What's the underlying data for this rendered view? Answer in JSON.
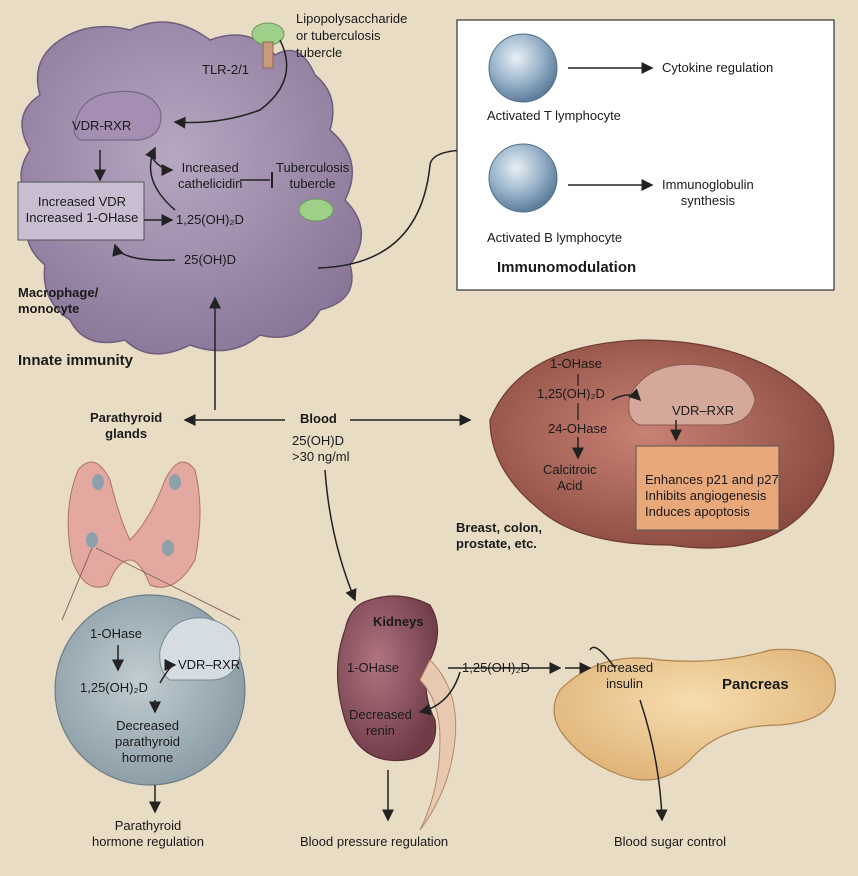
{
  "sections": {
    "innate_immunity": "Innate immunity",
    "immunomodulation": "Immunomodulation"
  },
  "macrophage": {
    "cell_label": "Macrophage/\nmonocyte",
    "lps": "Lipopolysaccharide\nor tuberculosis\ntubercle",
    "tlr": "TLR-2/1",
    "vdr_rxr": "VDR-RXR",
    "box_text": "Increased VDR\nIncreased 1-OHase",
    "cathelicidin": "Increased\ncathelicidin",
    "tb": "Tuberculosis\ntubercle",
    "calcitriol": "1,25(OH)₂D",
    "calcidiol": "25(OH)D"
  },
  "immuno": {
    "t_label": "Activated T lymphocyte",
    "t_effect": "Cytokine regulation",
    "b_label": "Activated B lymphocyte",
    "b_effect": "Immunoglobulin\nsynthesis"
  },
  "blood": {
    "title": "Blood",
    "value": "25(OH)D\n>30 ng/ml"
  },
  "parathyroid": {
    "glands": "Parathyroid\nglands",
    "ohase": "1-OHase",
    "calcitriol": "1,25(OH)₂D",
    "vdr_rxr": "VDR–RXR",
    "decreased": "Decreased\nparathyroid\nhormone",
    "regulation": "Parathyroid\nhormone regulation"
  },
  "breast": {
    "ohase": "1-OHase",
    "calcitriol": "1,25(OH)₂D",
    "vdr_rxr": "VDR–RXR",
    "ohase24": "24-OHase",
    "calcitroic": "Calcitroic\nAcid",
    "effects": "Enhances p21 and p27\nInhibits angiogenesis\nInduces apoptosis",
    "organs": "Breast, colon,\nprostate, etc."
  },
  "kidney": {
    "title": "Kidneys",
    "ohase": "1-OHase",
    "renin": "Decreased\nrenin",
    "calcitriol": "1,25(OH)₂D",
    "regulation": "Blood pressure regulation"
  },
  "pancreas": {
    "title": "Pancreas",
    "insulin": "Increased\ninsulin",
    "control": "Blood sugar control"
  },
  "colors": {
    "macrophage": "#9c8aa8",
    "box_fill": "#e8a87a",
    "kidney": "#8a5560",
    "breast": "#a8655a",
    "parathyroid_circle": "#9fb0b8",
    "pancreas": "#eec890"
  }
}
